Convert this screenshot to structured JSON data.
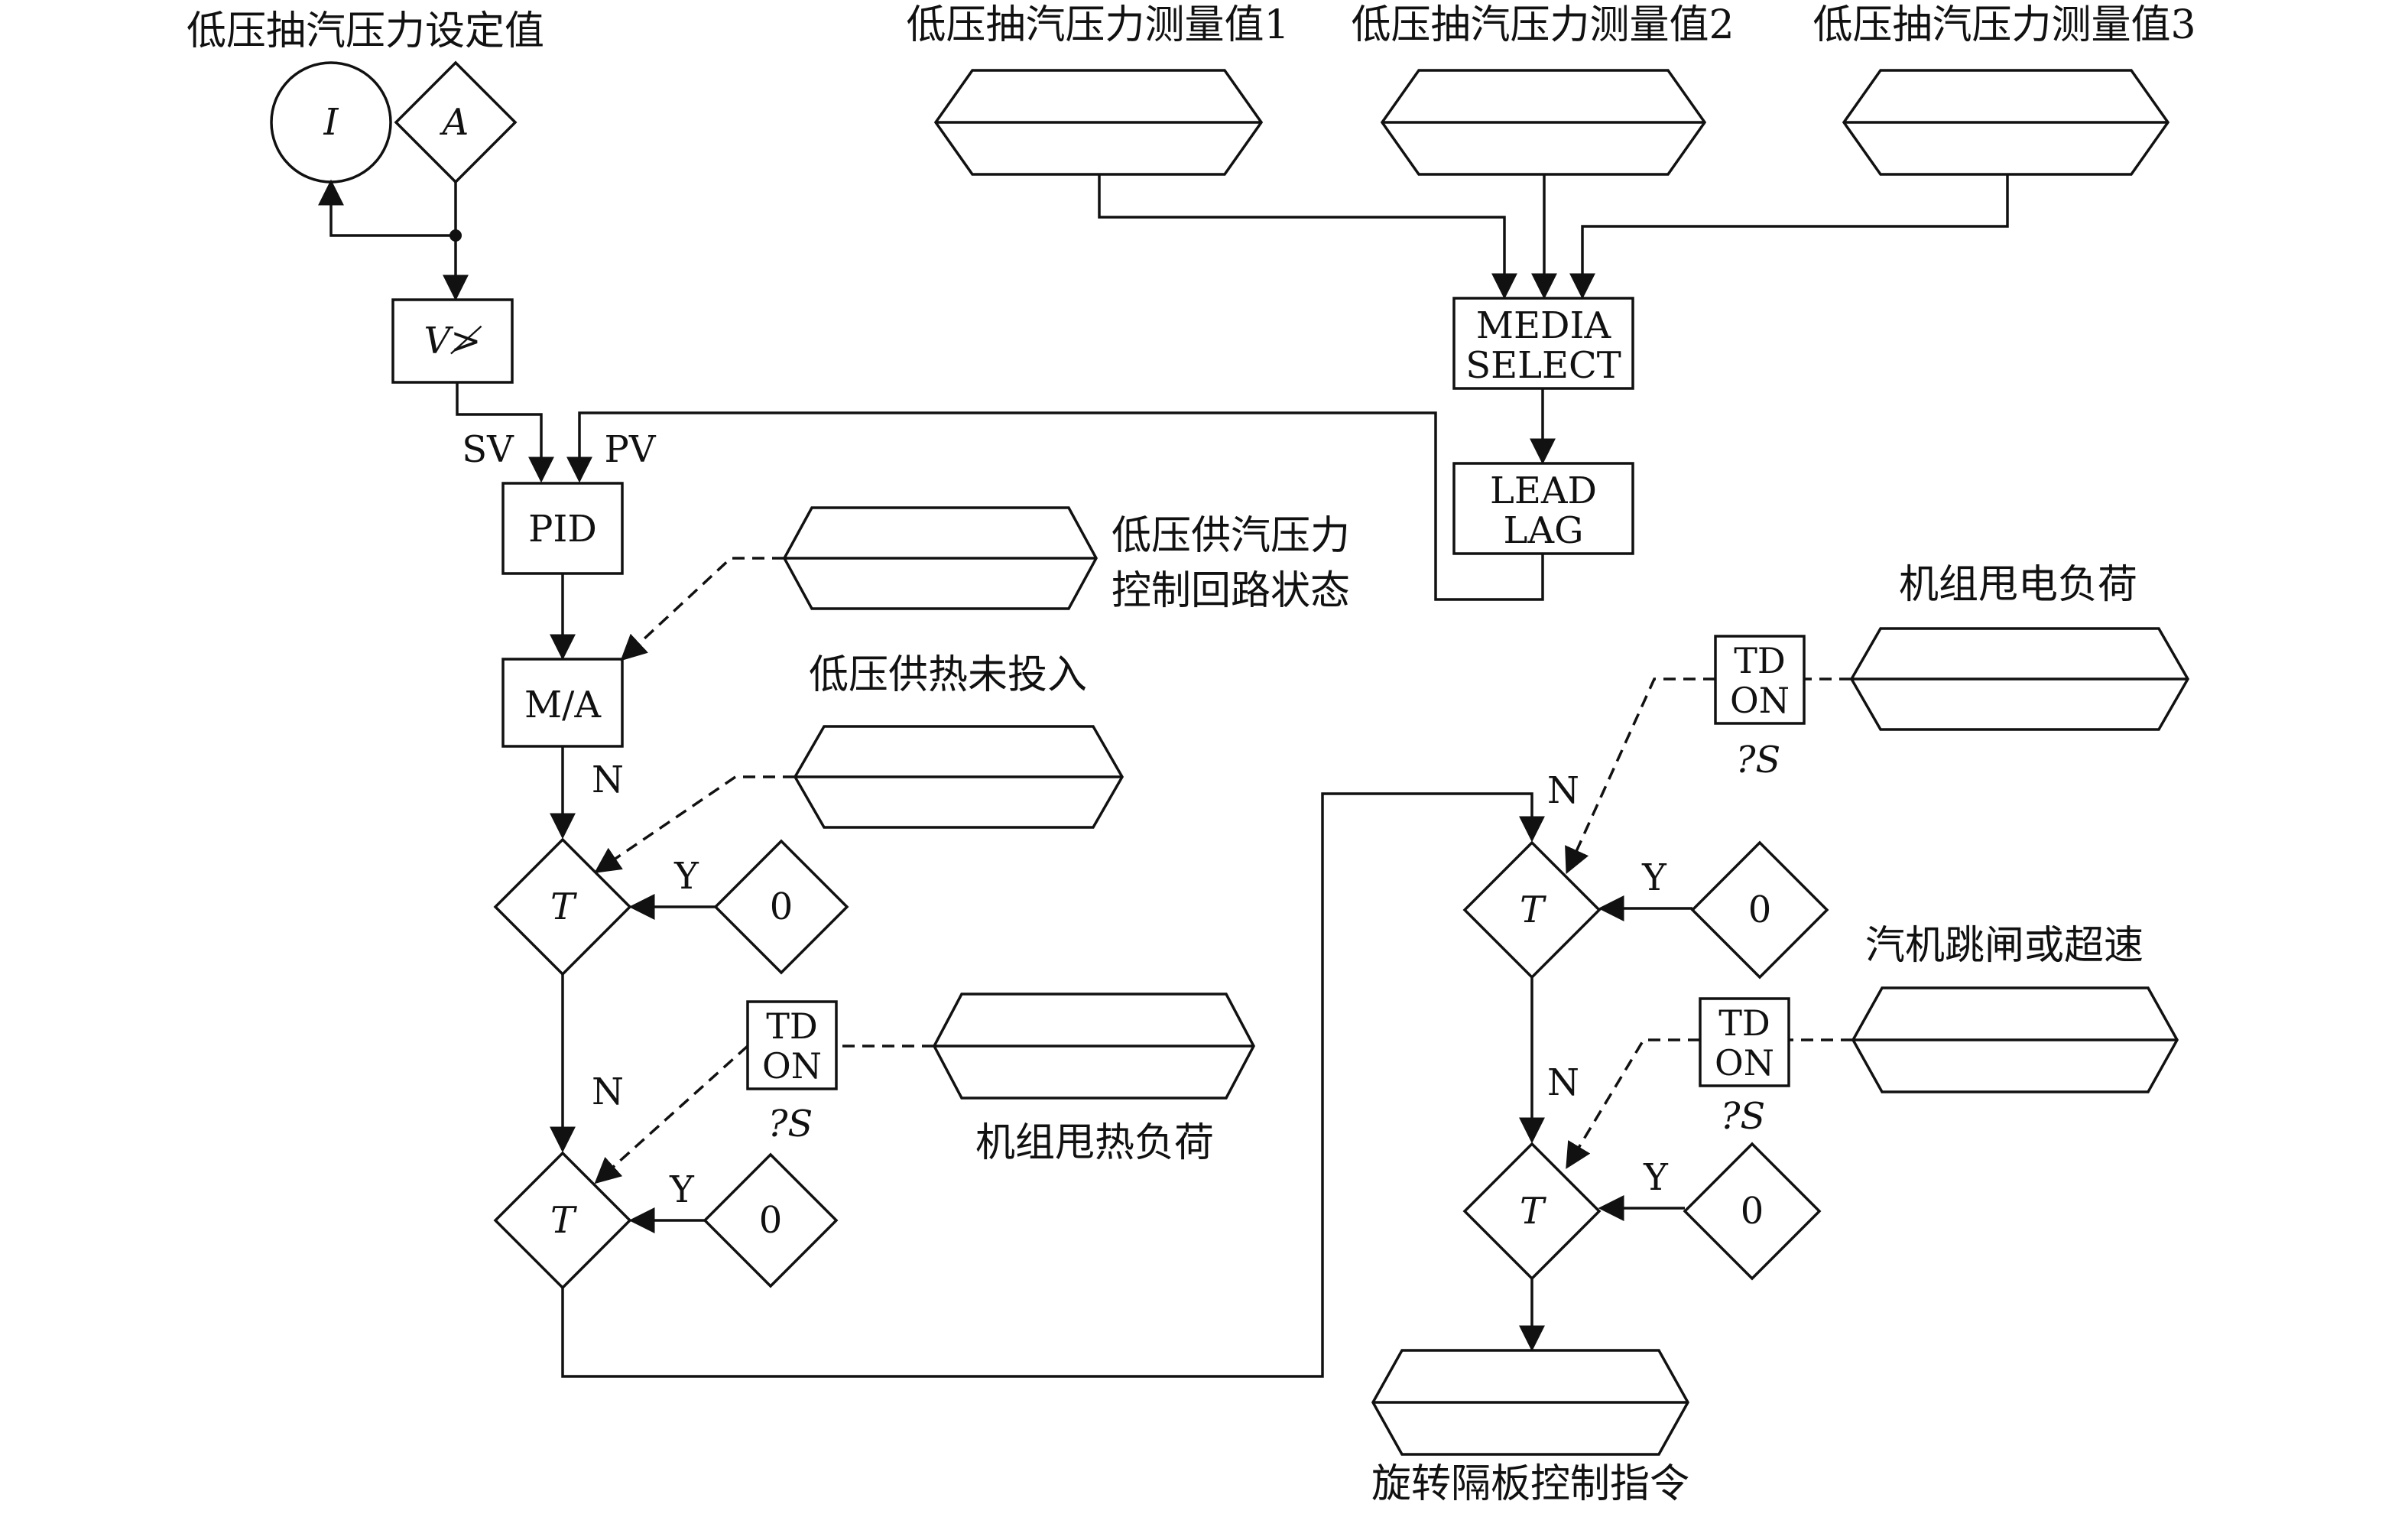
{
  "title": "",
  "setpoint": {
    "label": "低压抽汽压力设定值",
    "circle_text": "I",
    "diamond_text": "A"
  },
  "measurements": [
    {
      "label": "低压抽汽压力测量值1"
    },
    {
      "label": "低压抽汽压力测量值2"
    },
    {
      "label": "低压抽汽压力测量值3"
    }
  ],
  "media_select": {
    "line1": "MEDIA",
    "line2": "SELECT"
  },
  "lead_lag": {
    "line1": "LEAD",
    "line2": "LAG"
  },
  "v_block": {
    "text": "V≯"
  },
  "pid": {
    "text": "PID",
    "sv": "SV",
    "pv": "PV"
  },
  "ma": {
    "text": "M/A",
    "n": "N"
  },
  "loop_status": {
    "line1": "低压供汽压力",
    "line2": "控制回路状态"
  },
  "heat_not_on": {
    "label": "低压供热未投入"
  },
  "t1": {
    "text": "T",
    "y": "Y",
    "n_out": "N",
    "zero": "0"
  },
  "td1": {
    "line1": "TD",
    "line2": "ON",
    "s": "?S"
  },
  "heat_load_reject": {
    "label": "机组甩热负荷"
  },
  "t2": {
    "text": "T",
    "y": "Y",
    "zero": "0"
  },
  "elec_load_reject": {
    "label": "机组甩电负荷"
  },
  "td2": {
    "line1": "TD",
    "line2": "ON",
    "s": "?S"
  },
  "t3": {
    "text": "T",
    "y": "Y",
    "n_in": "N",
    "n_out": "N",
    "zero": "0"
  },
  "trip": {
    "label": "汽机跳闸或超速"
  },
  "td3": {
    "line1": "TD",
    "line2": "ON",
    "s": "?S"
  },
  "t4": {
    "text": "T",
    "y": "Y",
    "zero": "0"
  },
  "output": {
    "label": "旋转隔板控制指令"
  }
}
